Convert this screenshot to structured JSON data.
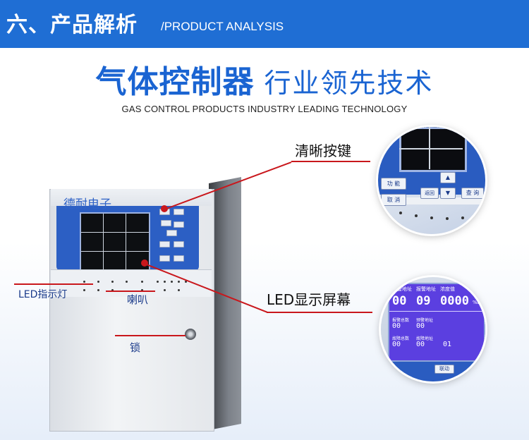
{
  "header": {
    "section_cn": "六、产品解析",
    "section_en": "/PRODUCT ANALYSIS"
  },
  "slogan": {
    "main": "气体控制器",
    "secondary": "行业领先技术"
  },
  "subtitle": "GAS CONTROL PRODUCTS INDUSTRY LEADING TECHNOLOGY",
  "device": {
    "brand": "德耐电子"
  },
  "callouts": {
    "buttons": "清晰按键",
    "display": "LED显示屏幕",
    "led_indicator": "LED指示灯",
    "speaker": "喇叭",
    "lock": "锁"
  },
  "zoom_keys": {
    "function": "功 能",
    "cancel": "取 消",
    "query": "查 询",
    "back": "返回"
  },
  "zoom_display": {
    "headers": [
      "报警地址",
      "报警地址",
      "浓度值"
    ],
    "values": [
      "00",
      "09",
      "0000"
    ],
    "unit": "%LEL",
    "labels": [
      "报警总数",
      "预警地址",
      "故障总数",
      "故障地址"
    ],
    "counts": [
      "00",
      "00",
      "00",
      "00"
    ],
    "clock": "01",
    "key": "联动"
  },
  "colors": {
    "brand_blue": "#1f6ed4",
    "callout_red": "#c9171c"
  }
}
